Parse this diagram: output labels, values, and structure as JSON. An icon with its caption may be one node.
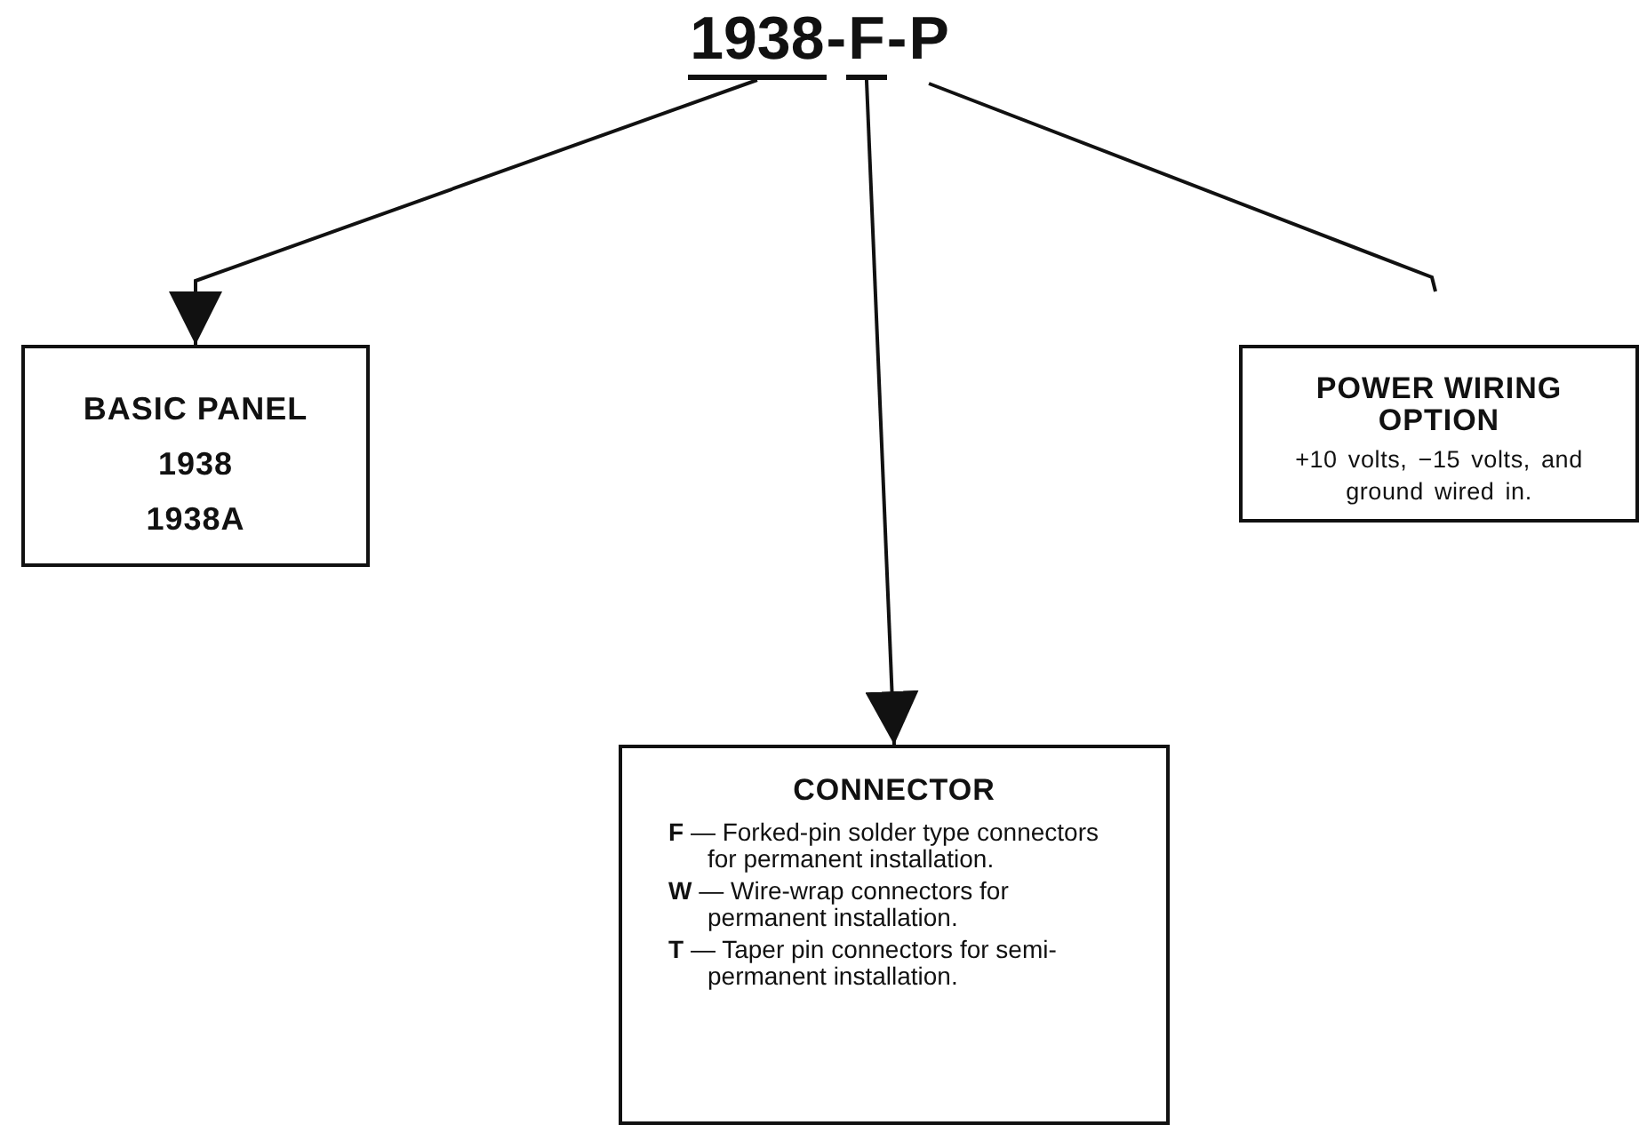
{
  "diagram": {
    "nodes": [
      {
        "text": [
          "1938"
        ]
      },
      {
        "text": [
          "F"
        ]
      },
      {
        "text": [
          "P"
        ]
      },
      {
        "text": [
          "BASIC PANEL",
          "1938",
          "1938A"
        ]
      },
      {
        "text": [
          "POWER WIRING OPTION",
          "+10 volts, −15 volts, and ground wired in."
        ]
      },
      {
        "text": [
          "CONNECTOR",
          "**F** — Forked-pin solder type connectors for permanent installation.",
          "**W** — Wire-wrap connectors for permanent installation.",
          "**T** — Taper pin connectors for semi-permanent installation."
        ]
      }
    ],
    "edges": [
      {
        "from": 0,
        "to": 3,
        "arrow": "to"
      },
      {
        "from": 1,
        "to": 5,
        "arrow": "to"
      },
      {
        "from": 2,
        "to": 4,
        "arrow": "none"
      }
    ],
    "labels": [
      "-",
      "-"
    ]
  }
}
